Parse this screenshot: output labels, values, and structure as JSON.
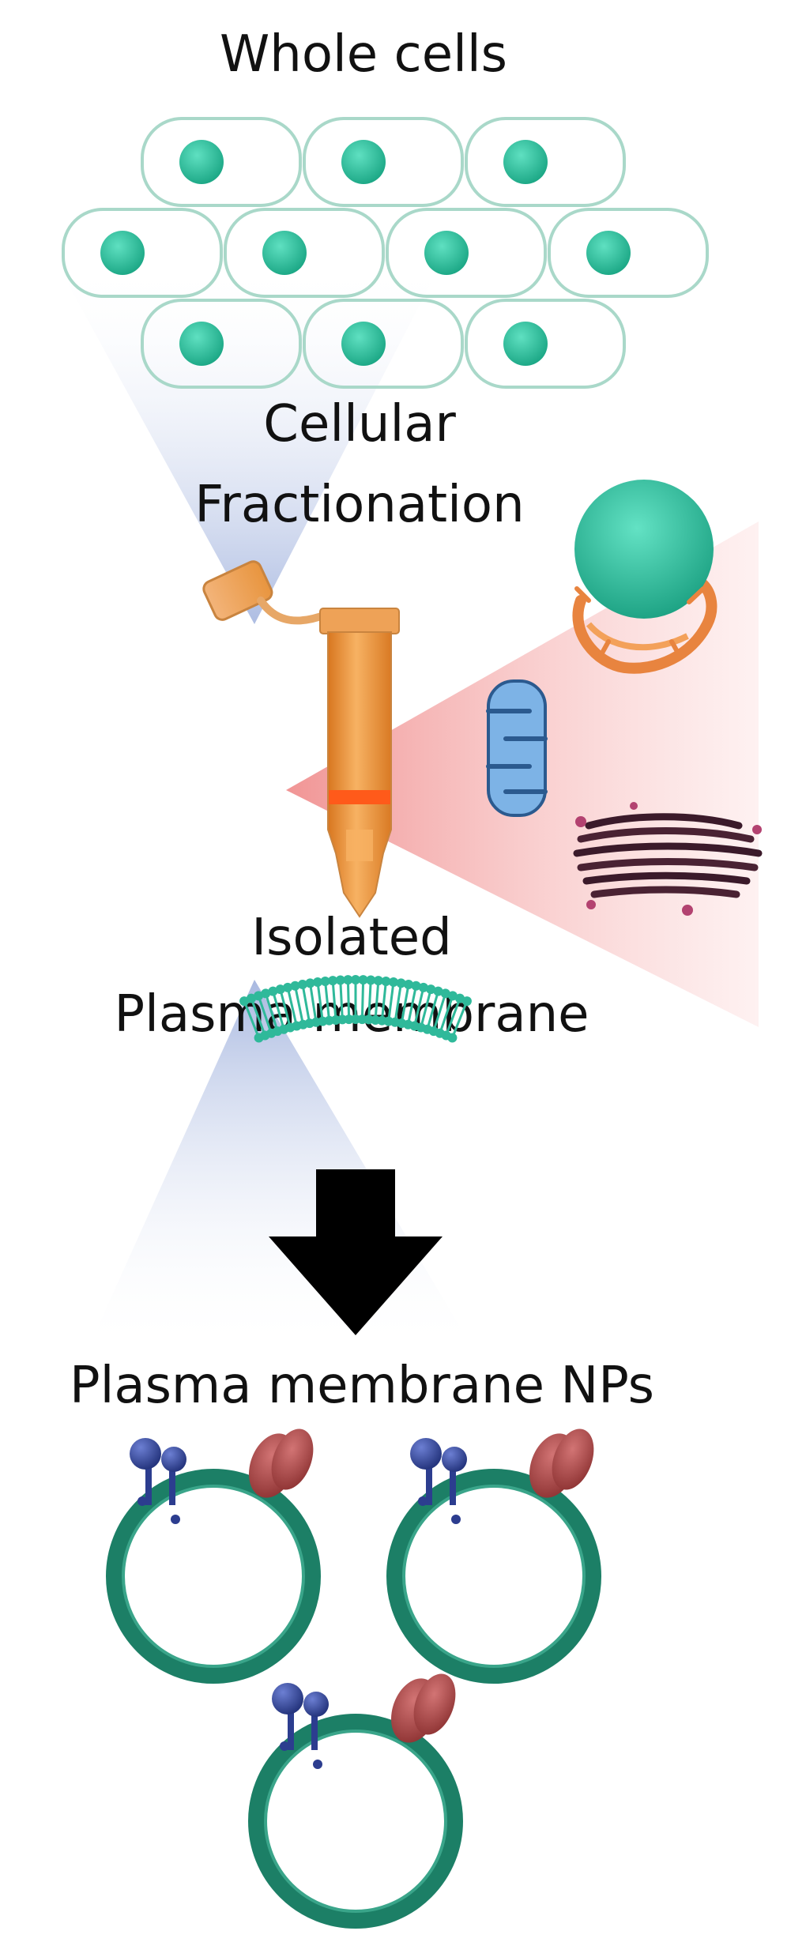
{
  "labels": {
    "whole_cells": "Whole cells",
    "fractionation_line1": "Cellular",
    "fractionation_line2": "Fractionation",
    "isolated_line1": "Isolated",
    "isolated_line2": "Plasma membrane",
    "nps": "Plasma membrane NPs"
  },
  "colors": {
    "teal": "#2fb99a",
    "cell_outline": "#a9d8c9",
    "membrane_ring": "#1c7f66",
    "tube_orange": "#f39a3e",
    "band_red": "#ff5a1a",
    "cone_blue": "#9fb1dd",
    "cone_pink": "#f6b3b3",
    "mito_blue": "#7db3e6",
    "golgi_dark": "#3b1a2a",
    "receptor_blue": "#2c3d8f",
    "protein_red": "#b04a4a",
    "arrow": "#000000"
  },
  "icons": {
    "cells": "cell-layer-icon",
    "tube": "centrifuge-tube-icon",
    "nucleus_er": "nucleus-er-icon",
    "mitochondrion": "mitochondrion-icon",
    "golgi": "golgi-icon",
    "bilayer": "lipid-bilayer-icon",
    "arrow": "down-arrow-icon",
    "nanoparticle": "membrane-nanoparticle-icon"
  }
}
